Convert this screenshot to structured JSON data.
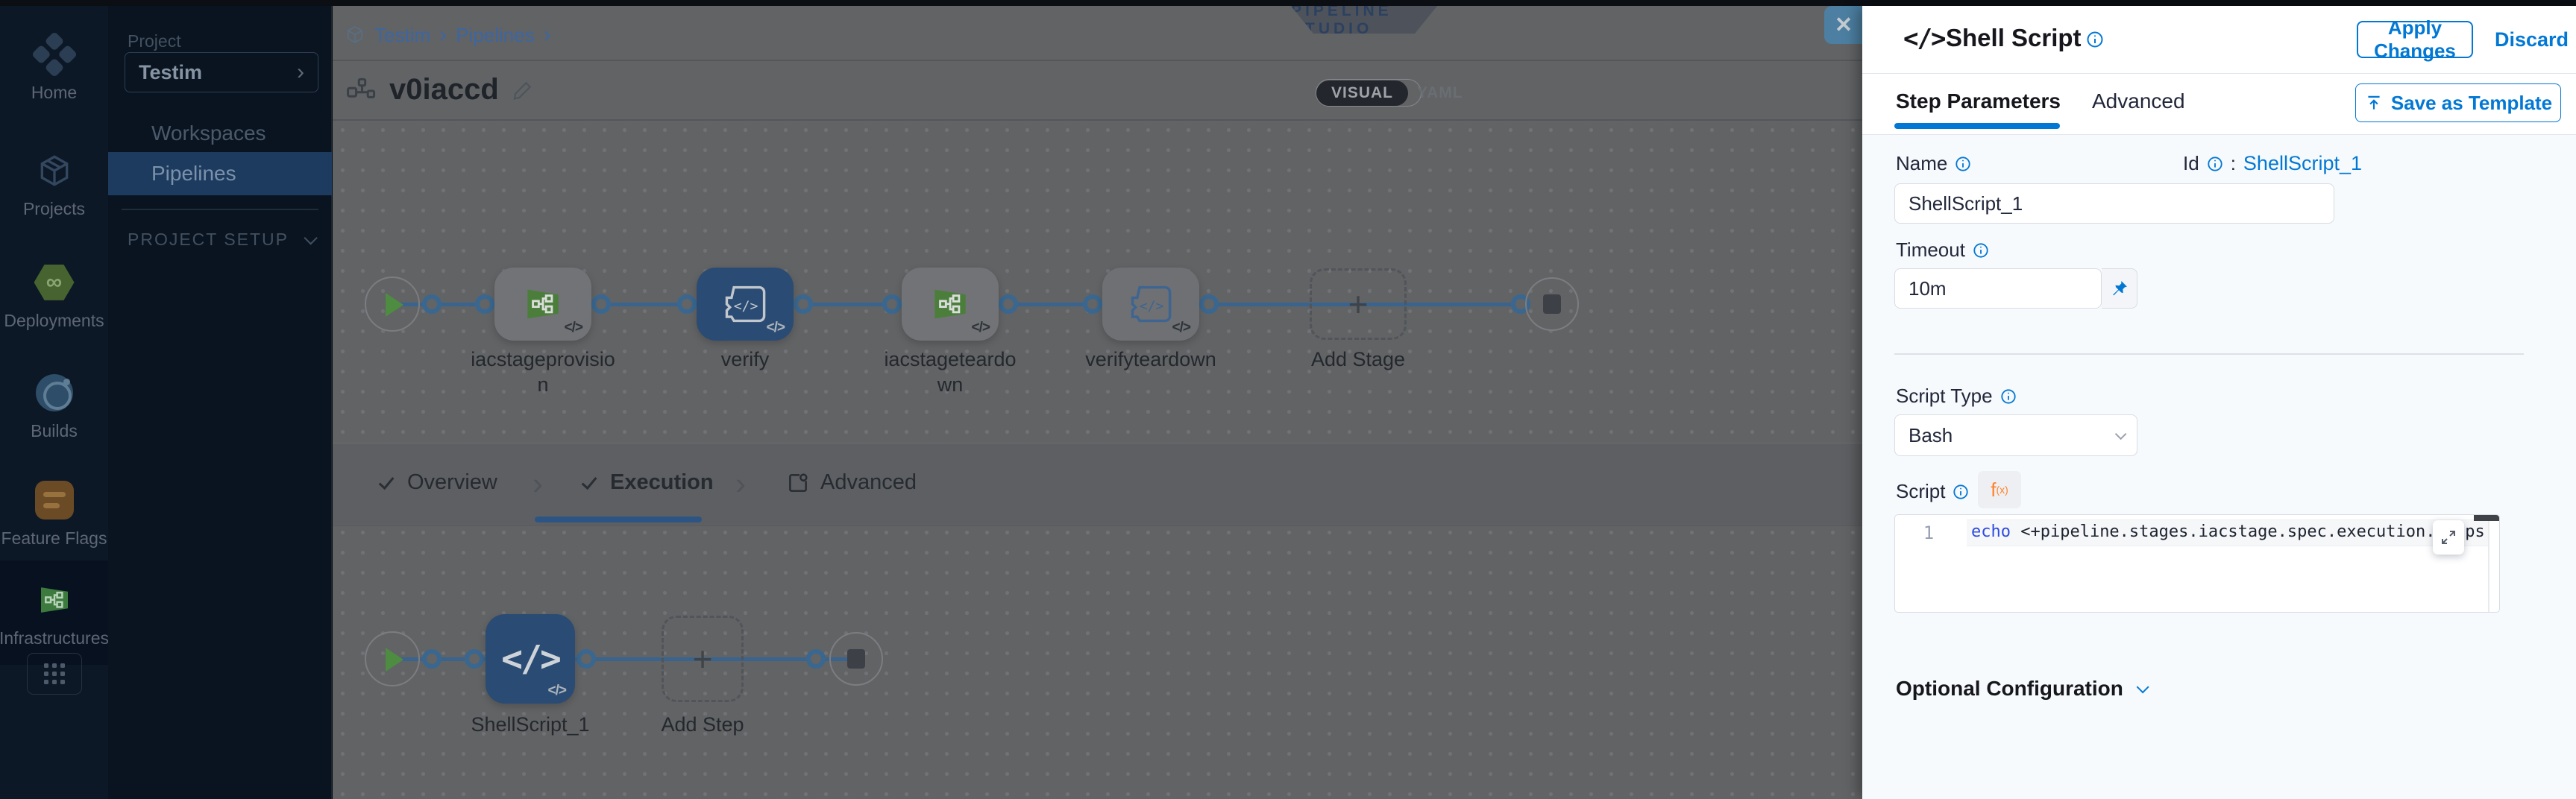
{
  "colors": {
    "accent": "#0278d5"
  },
  "icons": {
    "close": "✕",
    "chevron_right": "›",
    "plus": "+",
    "code_badge": "</>",
    "step_code": "</>",
    "infinity": "∞"
  },
  "rail": {
    "items": [
      "Home",
      "Projects",
      "Deployments",
      "Builds",
      "Feature Flags",
      "Infrastructures"
    ]
  },
  "project_nav": {
    "section_label": "Project",
    "project_name": "Testim",
    "item_workspaces": "Workspaces",
    "item_pipelines": "Pipelines",
    "setup_label": "PROJECT SETUP"
  },
  "header": {
    "breadcrumb_project": "Testim",
    "breadcrumb_section": "Pipelines",
    "studio_badge": "PIPELINE STUDIO",
    "pipeline_name": "v0iaccd",
    "toggle_visual": "VISUAL",
    "toggle_yaml": "YAML"
  },
  "stage_graph": {
    "stages": [
      "iacstageprovision",
      "verify",
      "iacstageteardown",
      "verifyteardown"
    ],
    "add_stage_label": "Add Stage"
  },
  "stage_tabs": {
    "overview": "Overview",
    "execution": "Execution",
    "advanced": "Advanced"
  },
  "step_graph": {
    "step_name": "ShellScript_1",
    "add_step_label": "Add Step"
  },
  "drawer": {
    "title": "Shell Script",
    "apply": "Apply Changes",
    "discard": "Discard",
    "tab_step_parameters": "Step Parameters",
    "tab_advanced": "Advanced",
    "save_as_template": "Save as Template",
    "name_label": "Name",
    "name_value": "ShellScript_1",
    "id_label": "Id",
    "id_separator": ":",
    "id_value": "ShellScript_1",
    "timeout_label": "Timeout",
    "timeout_value": "10m",
    "script_type_label": "Script Type",
    "script_type_value": "Bash",
    "script_label": "Script",
    "fx_f": "f",
    "fx_sub": "(x)",
    "code_line_number": "1",
    "code_keyword": "echo",
    "code_rest": " <+pipeline.stages.iacstage.spec.execution.steps.appl",
    "optional_configuration": "Optional Configuration"
  }
}
